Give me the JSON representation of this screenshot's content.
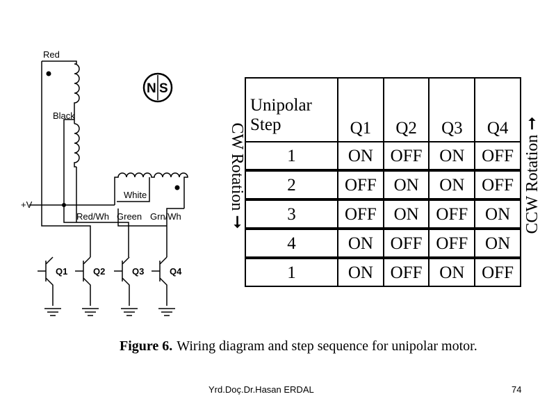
{
  "diagram": {
    "wire_labels": {
      "red": "Red",
      "black": "Black",
      "white": "White",
      "supply": "+V",
      "red_wh": "Red/Wh",
      "green": "Green",
      "grn_wh": "Grn/Wh"
    },
    "transistors": [
      "Q1",
      "Q2",
      "Q3",
      "Q4"
    ],
    "magnet": {
      "north": "N",
      "south": "S"
    }
  },
  "table": {
    "header_first_lines": [
      "Unipolar",
      "Step"
    ],
    "headers": [
      "Q1",
      "Q2",
      "Q3",
      "Q4"
    ],
    "rows": [
      {
        "step": "1",
        "cells": [
          "ON",
          "OFF",
          "ON",
          "OFF"
        ]
      },
      {
        "step": "2",
        "cells": [
          "OFF",
          "ON",
          "ON",
          "OFF"
        ]
      },
      {
        "step": "3",
        "cells": [
          "OFF",
          "ON",
          "OFF",
          "ON"
        ]
      },
      {
        "step": "4",
        "cells": [
          "ON",
          "OFF",
          "OFF",
          "ON"
        ]
      },
      {
        "step": "1",
        "cells": [
          "ON",
          "OFF",
          "ON",
          "OFF"
        ]
      }
    ],
    "cw_label": "CW Rotation",
    "ccw_label": "CCW Rotation"
  },
  "caption": {
    "figure": "Figure 6.",
    "text": "Wiring diagram and step sequence for unipolar motor."
  },
  "footer": {
    "author": "Yrd.Doç.Dr.Hasan ERDAL",
    "page": "74"
  }
}
